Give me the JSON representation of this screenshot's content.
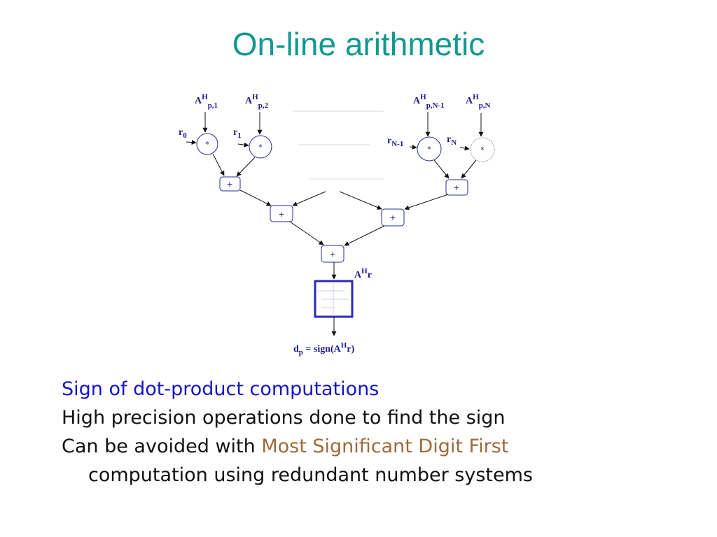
{
  "slide": {
    "title": "On-line arithmetic"
  },
  "diagram": {
    "inputs": [
      {
        "base": "A",
        "sup": "H",
        "sub": "p,1"
      },
      {
        "base": "A",
        "sup": "H",
        "sub": "p,2"
      },
      {
        "base": "A",
        "sup": "H",
        "sub": "p,N-1"
      },
      {
        "base": "A",
        "sup": "H",
        "sub": "p,N"
      }
    ],
    "r_labels": [
      {
        "base": "r",
        "sub": "0"
      },
      {
        "base": "r",
        "sub": "1"
      },
      {
        "base": "r",
        "sub": "N-1"
      },
      {
        "base": "r",
        "sub": "N"
      }
    ],
    "mult_symbol": "*",
    "add_symbol": "+",
    "result_label": {
      "base": "A",
      "sup": "H",
      "tail": "r"
    },
    "output_label": {
      "base": "d",
      "sub": "p",
      "mid": " = sign(A",
      "sup": "H",
      "tail": "r)"
    }
  },
  "bullets": {
    "line1": "Sign of dot-product computations",
    "line2": "High precision operations done to find the sign",
    "line3_prefix": "Can be avoided with ",
    "line3_highlight": "Most Significant Digit First",
    "line3_cont": "computation using redundant number systems"
  }
}
